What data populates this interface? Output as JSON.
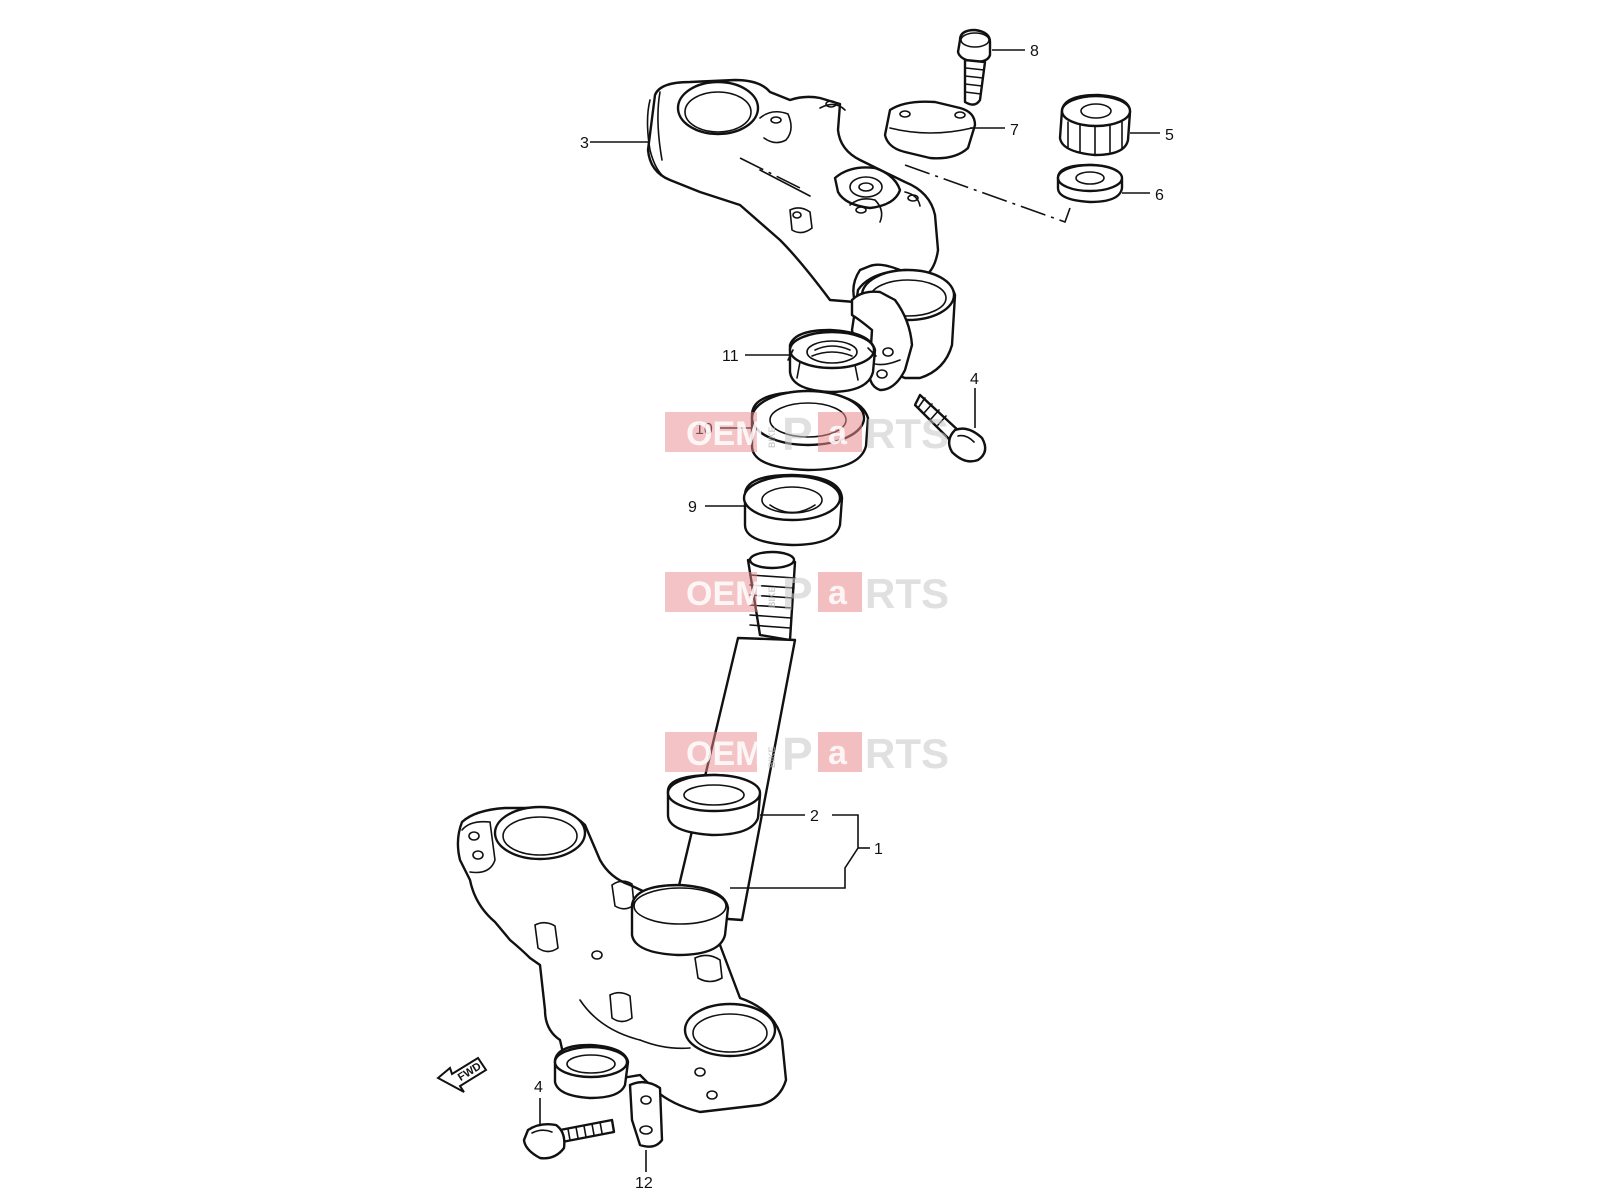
{
  "diagram": {
    "callouts": {
      "c1": "1",
      "c2": "2",
      "c3": "3",
      "c4a": "4",
      "c4b": "4",
      "c5": "5",
      "c6": "6",
      "c7": "7",
      "c8": "8",
      "c9": "9",
      "c10": "10",
      "c11": "11",
      "c12": "12"
    },
    "fwd_label": "FWD",
    "watermark": {
      "oem": "OEM",
      "bike": "BIKE",
      "p": "P",
      "a": "a",
      "rts": "RTS"
    }
  }
}
